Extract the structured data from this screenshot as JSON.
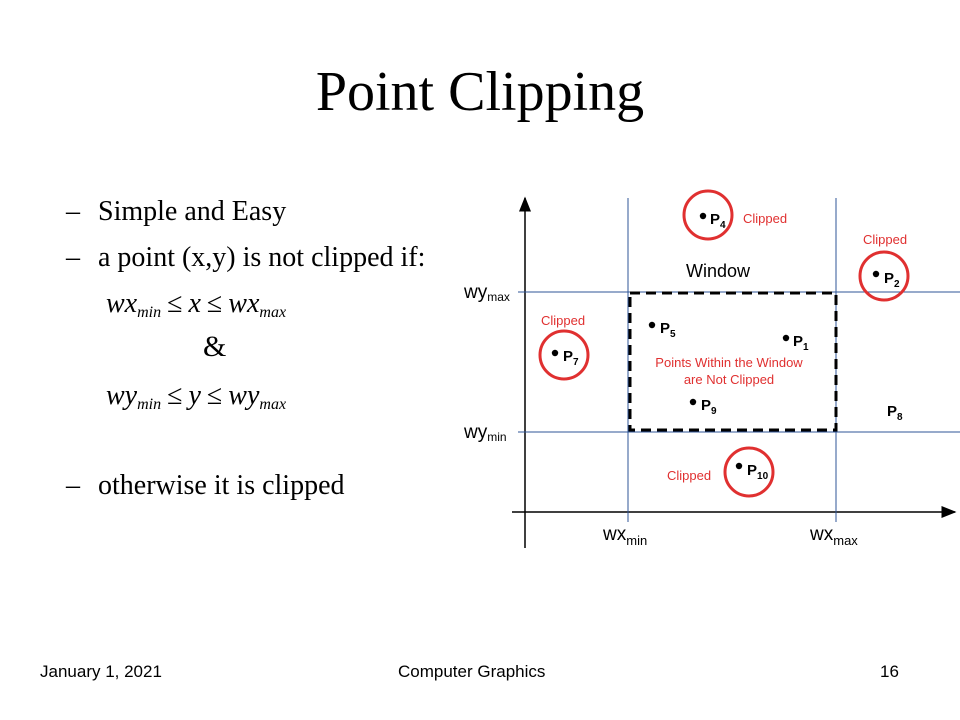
{
  "title": "Point Clipping",
  "bullets": {
    "b1": "Simple and Easy",
    "b2": "a point (x,y) is not clipped if:",
    "b3": "otherwise it is clipped",
    "dash": "–"
  },
  "condition": {
    "wx": "wx",
    "x": "x",
    "wy": "wy",
    "y": "y",
    "min": "min",
    "max": "max",
    "leq": "≤",
    "and": "&"
  },
  "diagram": {
    "window_label": "Window",
    "inside_note_line1": "Points Within the Window",
    "inside_note_line2": "are Not Clipped",
    "clipped": "Clipped",
    "axis": {
      "wy": "wy",
      "wx": "wx",
      "max": "max",
      "min": "min"
    },
    "points": {
      "p1": {
        "name": "P",
        "sub": "1"
      },
      "p2": {
        "name": "P",
        "sub": "2"
      },
      "p4": {
        "name": "P",
        "sub": "4"
      },
      "p5": {
        "name": "P",
        "sub": "5"
      },
      "p7": {
        "name": "P",
        "sub": "7"
      },
      "p8": {
        "name": "P",
        "sub": "8"
      },
      "p9": {
        "name": "P",
        "sub": "9"
      },
      "p10": {
        "name": "P",
        "sub": "10"
      }
    },
    "colors": {
      "axis": "#000000",
      "guides": "#2f5597",
      "window": "#000000",
      "clip_circle": "#e03030",
      "note": "#e03030"
    }
  },
  "footer": {
    "date": "January 1, 2021",
    "course": "Computer Graphics",
    "page": "16"
  }
}
